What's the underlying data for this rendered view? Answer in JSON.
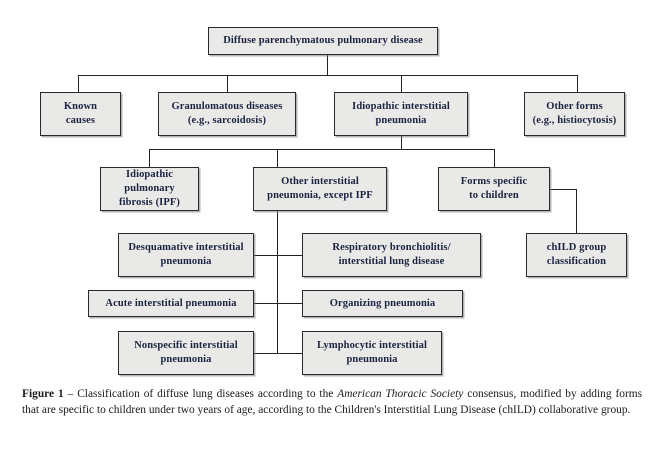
{
  "figure": {
    "type": "flowchart",
    "orientation": "top-down",
    "box_fill_color": "#e9e9e7",
    "box_border_color": "#2a2a2a",
    "text_color": "#1b2340",
    "line_color": "#232323",
    "background_color": "#ffffff"
  },
  "nodes": {
    "root": "Diffuse parenchymatous pulmonary disease",
    "known_causes": "Known\ncauses",
    "granulomatous": "Granulomatous diseases\n(e.g., sarcoidosis)",
    "idiopathic_interstitial": "Idiopathic interstitial\npneumonia",
    "other_forms": "Other forms\n(e.g., histiocytosis)",
    "ipf": "Idiopathic pulmonary\nfibrosis (IPF)",
    "other_interstitial": "Other interstitial\npneumonia, except IPF",
    "forms_children": "Forms specific\nto children",
    "child_group": "chILD group\nclassification",
    "desquamative": "Desquamative interstitial\npneumonia",
    "respiratory_bronchiolitis": "Respiratory bronchiolitis/\ninterstitial lung disease",
    "acute": "Acute interstitial pneumonia",
    "organizing": "Organizing pneumonia",
    "nonspecific": "Nonspecific interstitial\npneumonia",
    "lymphocytic": "Lymphocytic interstitial\npneumonia"
  },
  "caption": {
    "label": "Figure 1",
    "dash": " – ",
    "part1": "Classification of diffuse lung diseases according to the ",
    "italic1": "American Thoracic Society",
    "part2": " consensus, modified by adding forms that are specific to children under two years of age, according to the Children's Interstitial Lung Disease (chILD) collaborative group."
  }
}
